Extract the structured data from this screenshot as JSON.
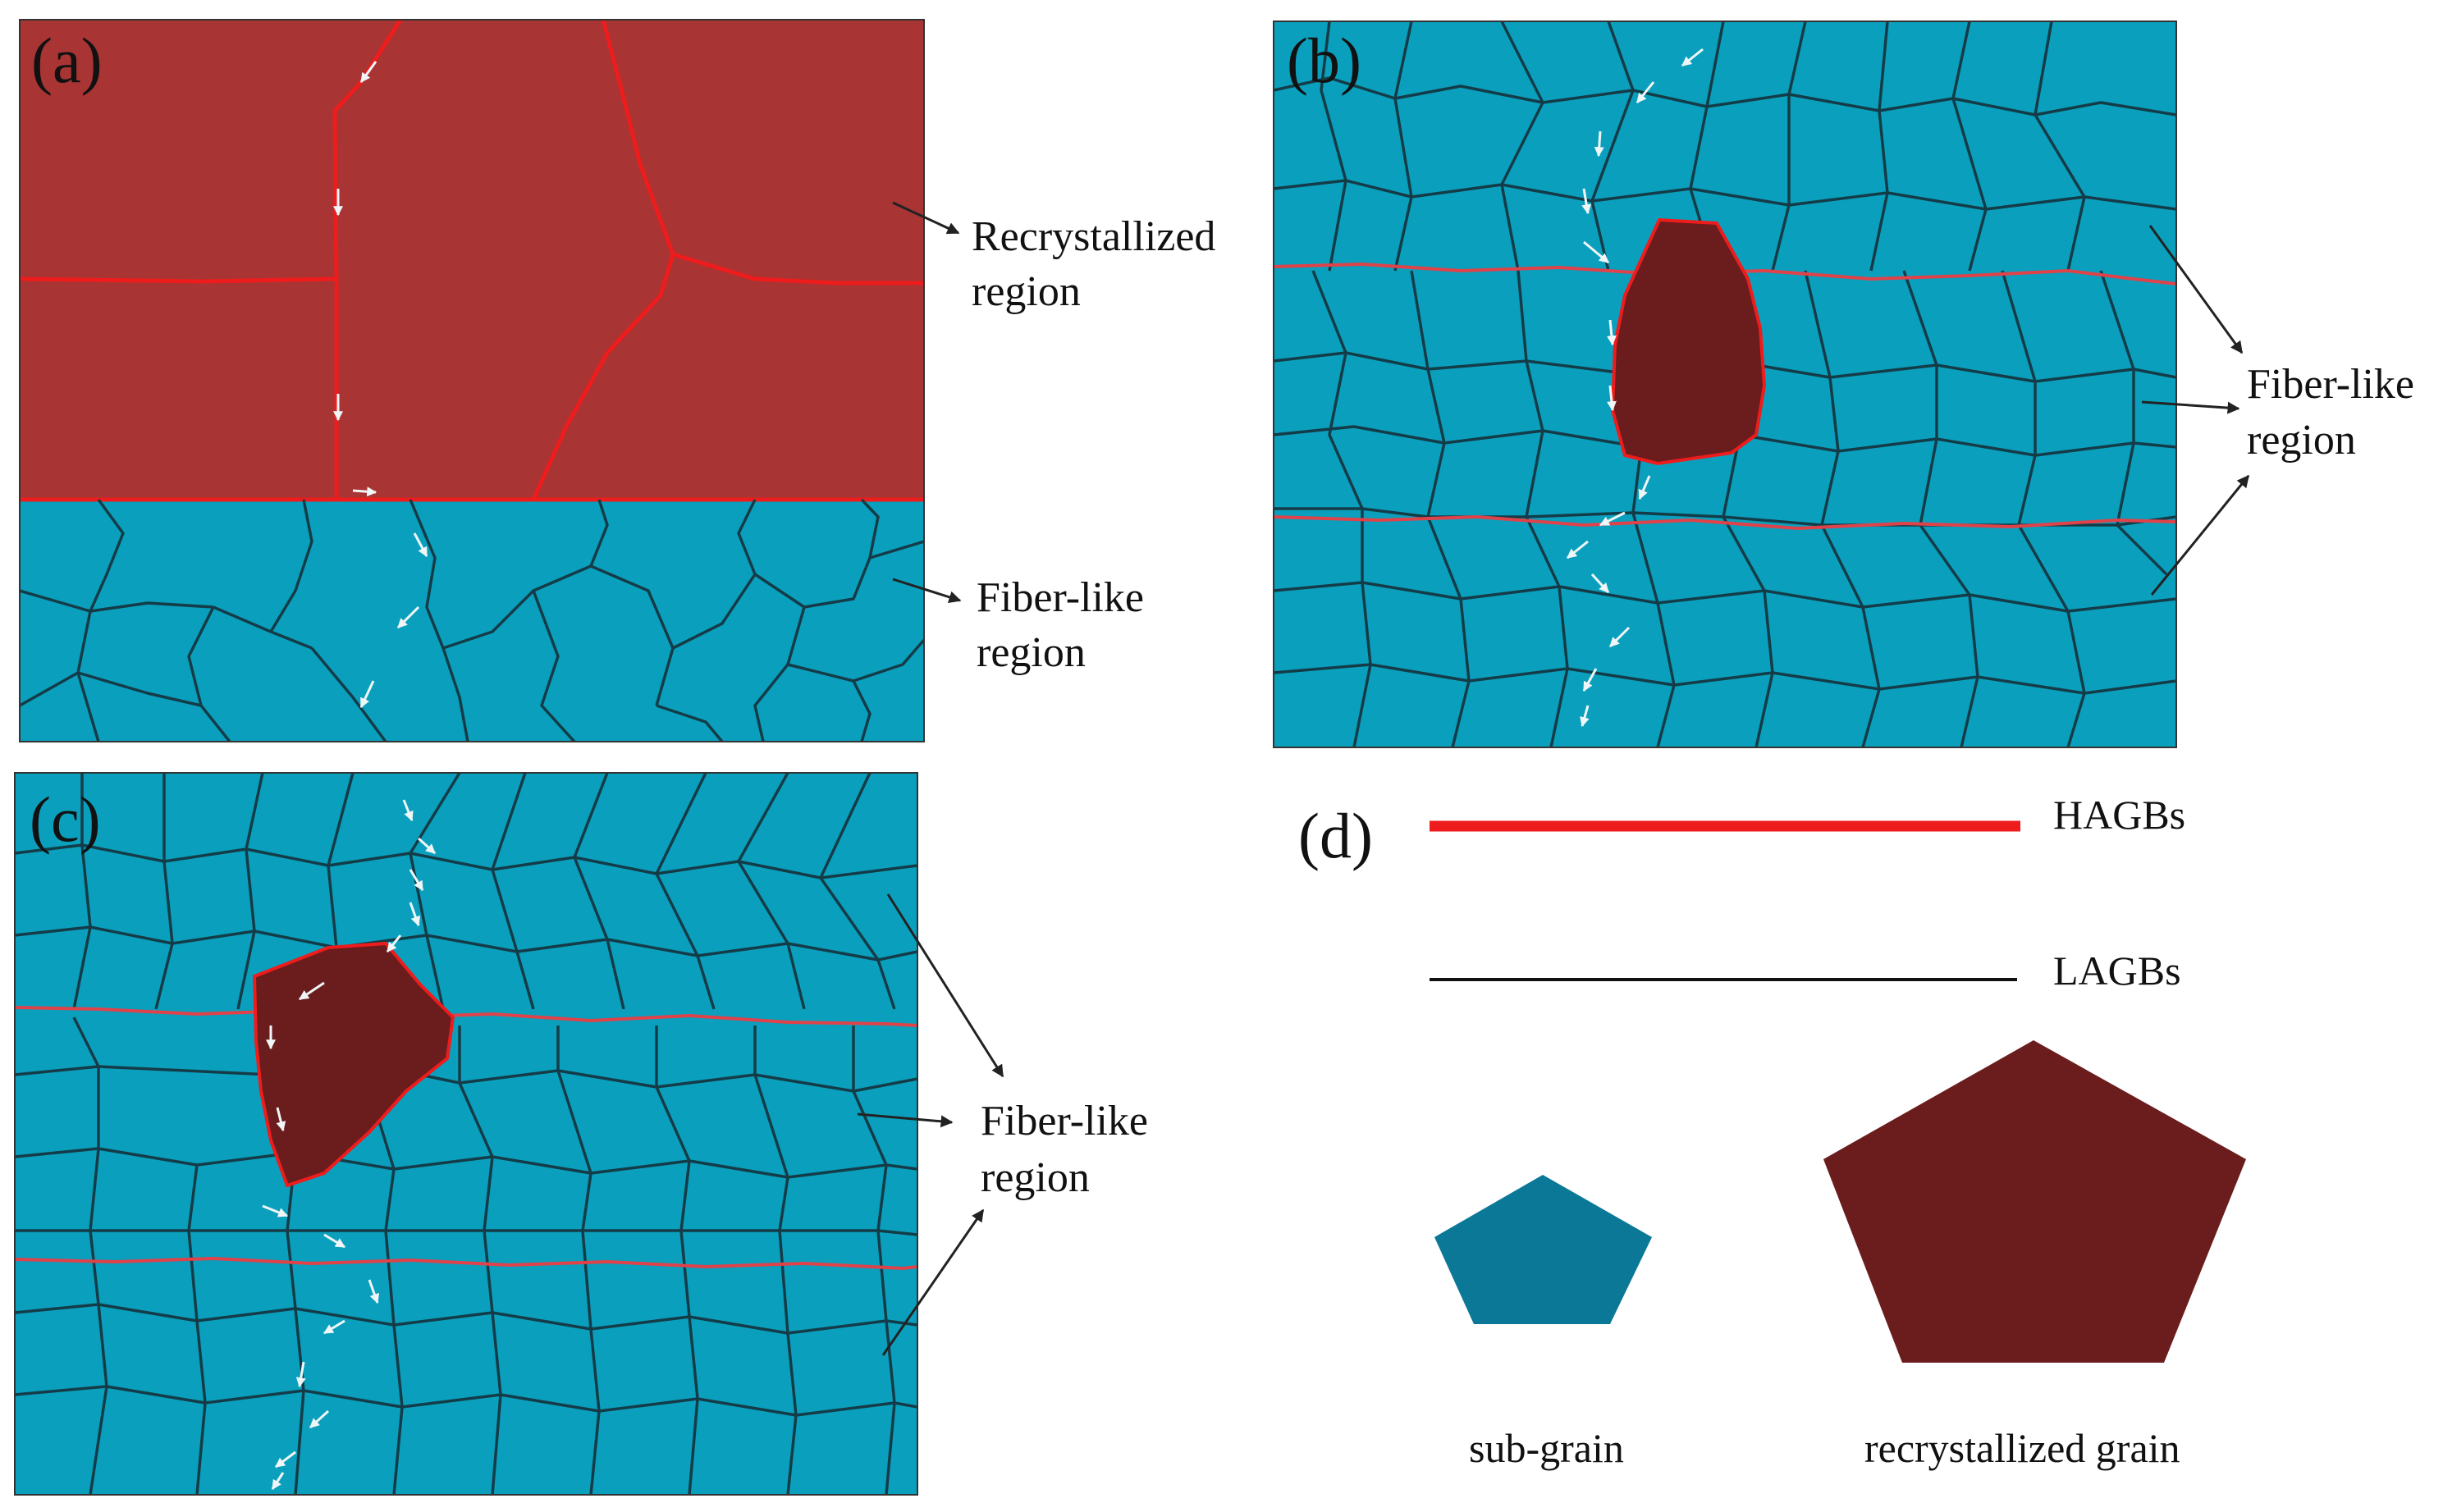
{
  "panels": {
    "a": {
      "label": "(a)",
      "callouts": [
        {
          "line1": "Recrystallized",
          "line2": "region"
        },
        {
          "line1": "Fiber-like",
          "line2": "region"
        }
      ]
    },
    "b": {
      "label": "(b)",
      "callouts": [
        {
          "line1": "Fiber-like",
          "line2": "region"
        }
      ]
    },
    "c": {
      "label": "(c)",
      "callouts": [
        {
          "line1": "Fiber-like",
          "line2": "region"
        }
      ]
    },
    "d": {
      "label": "(d)",
      "legend": [
        {
          "label": "HAGBs",
          "color": "#ee1c1c"
        },
        {
          "label": "LAGBs",
          "color": "#111111"
        }
      ],
      "shapes": [
        {
          "label": "sub-grain",
          "color": "#0a7896"
        },
        {
          "label": "recrystallized grain",
          "color": "#6b1d1e"
        }
      ]
    }
  },
  "colors": {
    "recrystallized_region": "#a83434",
    "fiber_region": "#0aa0bd",
    "recrystallized_grain": "#6b1d1e",
    "hagb": "#ee1c1c",
    "lagb": "#143c48"
  }
}
